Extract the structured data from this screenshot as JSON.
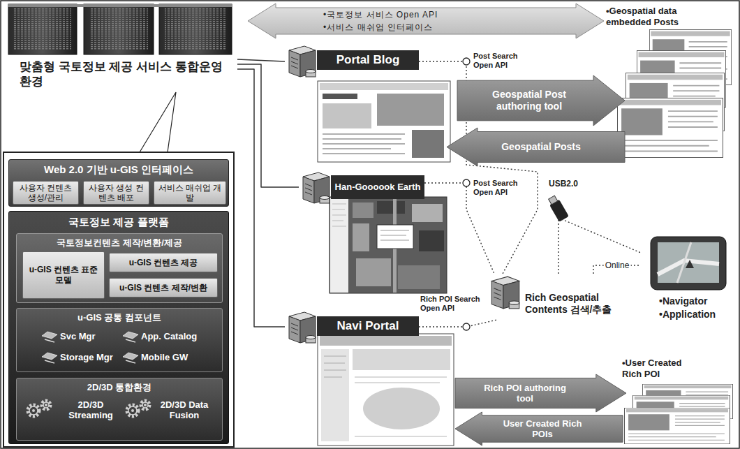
{
  "diagram": {
    "nodes": [
      {
        "text": [
          "맞춤형 국토정보 제공 서비스 통합운영환경"
        ]
      },
      {
        "text": [
          "•국토정보 서비스 Open API",
          "•서비스 매쉬업 인터페이스"
        ]
      },
      {
        "text": [
          "Web 2.0 기반 u-GIS 인터페이스"
        ]
      },
      {
        "text": [
          "사용자 컨텐츠 생성/관리"
        ],
        "in": 2
      },
      {
        "text": [
          "사용자 생성 컨텐츠 배포"
        ],
        "in": 2
      },
      {
        "text": [
          "서비스 매쉬업 개발"
        ],
        "in": 2
      },
      {
        "text": [
          "국토정보 제공 플랫폼"
        ]
      },
      {
        "text": [
          "국토정보컨텐츠 제작/변환/제공"
        ],
        "in": 6
      },
      {
        "text": [
          "u-GIS 컨텐츠 표준 모델"
        ],
        "in": 7
      },
      {
        "text": [
          "u-GIS 컨텐츠 제공"
        ],
        "in": 7
      },
      {
        "text": [
          "u-GIS 컨텐츠 제작/변환"
        ],
        "in": 7
      },
      {
        "text": [
          "u-GIS 공통 컴포넌트",
          "Svc Mgr",
          "App. Catalog",
          "Storage Mgr",
          "Mobile GW"
        ],
        "in": 6
      },
      {
        "text": [
          "2D/3D 통합환경",
          "2D/3D Streaming",
          "2D/3D Data Fusion"
        ],
        "in": 6
      },
      {
        "text": [
          "Portal Blog"
        ]
      },
      {
        "text": [
          "Han-Goooook Earth"
        ]
      },
      {
        "text": [
          "Navi Portal"
        ]
      },
      {
        "text": [
          "Rich Geospatial Contents 검색/추출"
        ]
      },
      {
        "text": [
          "•Navigator",
          "•Application"
        ]
      },
      {
        "text": [
          "Geospatial Post authoring tool"
        ]
      },
      {
        "text": [
          "Geospatial Posts"
        ]
      },
      {
        "text": [
          "Rich POI authoring tool"
        ]
      },
      {
        "text": [
          "User Created Rich POIs"
        ]
      },
      {
        "text": [
          "•Geospatial data embedded Posts"
        ]
      },
      {
        "text": [
          "•User Created Rich POI"
        ]
      }
    ],
    "edges": [
      {
        "from": 0,
        "to": 13,
        "arrow": "none"
      },
      {
        "from": 0,
        "to": 14,
        "arrow": "none"
      },
      {
        "from": 0,
        "to": 15,
        "arrow": "none"
      },
      {
        "from": 13,
        "to": 16,
        "arrow": "none"
      },
      {
        "from": 14,
        "to": 16,
        "arrow": "none"
      },
      {
        "from": 15,
        "to": 16,
        "arrow": "none"
      },
      {
        "from": 16,
        "to": 17,
        "label": "Online",
        "arrow": "none"
      },
      {
        "from": 16,
        "to": 17,
        "label": "USB2.0",
        "arrow": "none"
      }
    ],
    "labels": [
      "Post Search Open API",
      "Post Search Open API",
      "Rich POI Search Open API"
    ]
  }
}
